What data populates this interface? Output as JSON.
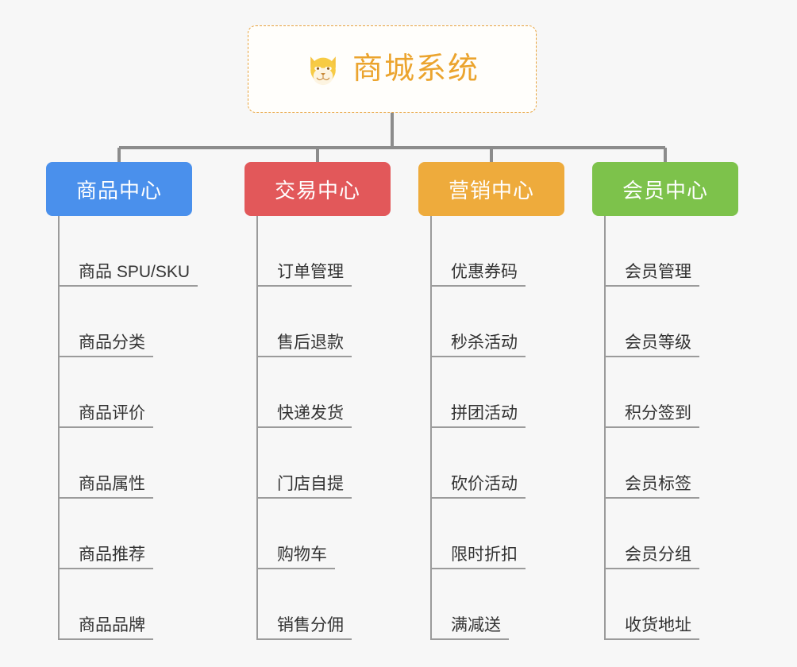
{
  "diagram": {
    "type": "mindmap-tree",
    "background_color": "#f7f7f7",
    "connector_color": "#9b9b9b",
    "root": {
      "title": "商城系统",
      "icon": "dog-face-emoji",
      "border_color": "#e8a33d",
      "text_color": "#eba42e",
      "background_color": "#fffefb"
    },
    "branches": [
      {
        "label": "商品中心",
        "color": "#4a90ec",
        "items": [
          "商品 SPU/SKU",
          "商品分类",
          "商品评价",
          "商品属性",
          "商品推荐",
          "商品品牌"
        ]
      },
      {
        "label": "交易中心",
        "color": "#e2585a",
        "items": [
          "订单管理",
          "售后退款",
          "快递发货",
          "门店自提",
          "购物车",
          "销售分佣"
        ]
      },
      {
        "label": "营销中心",
        "color": "#eeab3c",
        "items": [
          "优惠券码",
          "秒杀活动",
          "拼团活动",
          "砍价活动",
          "限时折扣",
          "满减送"
        ]
      },
      {
        "label": "会员中心",
        "color": "#7dc24b",
        "items": [
          "会员管理",
          "会员等级",
          "积分签到",
          "会员标签",
          "会员分组",
          "收货地址"
        ]
      }
    ]
  }
}
